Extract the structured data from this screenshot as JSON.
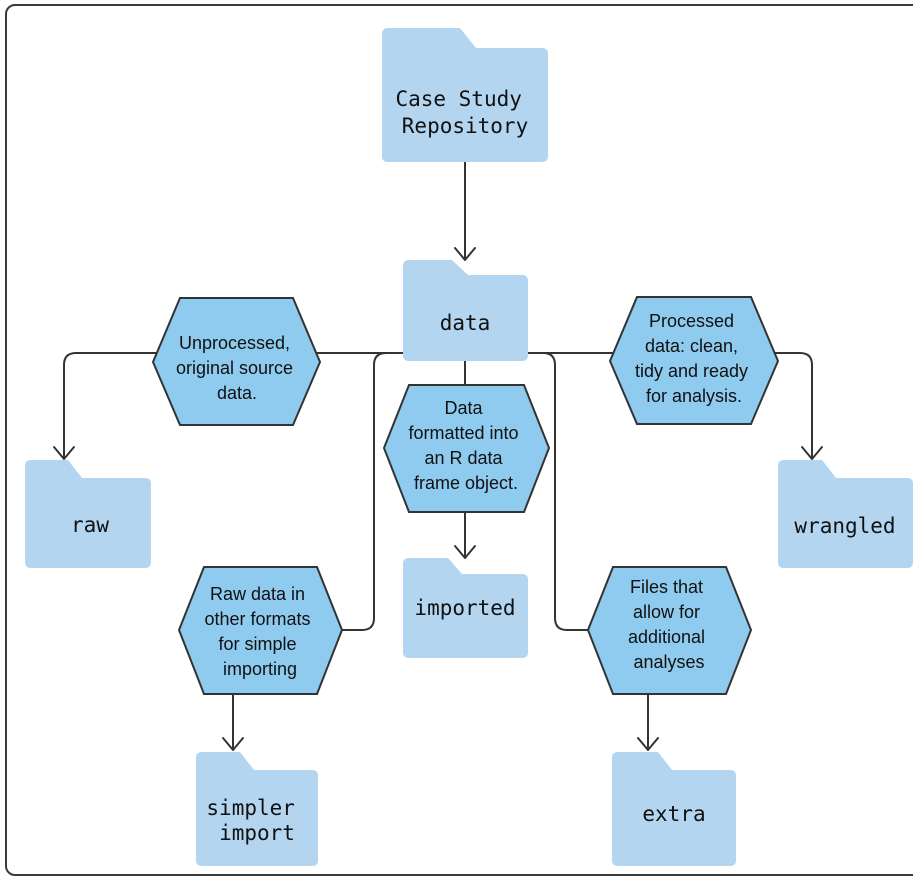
{
  "folders": {
    "case_study": [
      "Case Study",
      "Repository"
    ],
    "data": [
      "data"
    ],
    "raw": [
      "raw"
    ],
    "imported": [
      "imported"
    ],
    "wrangled": [
      "wrangled"
    ],
    "simpler_import": [
      "simpler",
      "import"
    ],
    "extra": [
      "extra"
    ]
  },
  "notes": {
    "unprocessed": [
      "Unprocessed,",
      "original source",
      "data."
    ],
    "processed": [
      "Processed",
      "data: clean,",
      "tidy and ready",
      "for analysis."
    ],
    "formatted": [
      "Data",
      "formatted into",
      "an R data",
      "frame object."
    ],
    "raw_other": [
      "Raw data in",
      "other formats",
      "for simple",
      "importing"
    ],
    "files_extra": [
      "Files that",
      "allow for",
      "additional",
      "analyses"
    ]
  },
  "colors": {
    "folder_fill": "#b3d5ef",
    "hex_fill": "#8ecbef",
    "stroke": "#333333",
    "connector": "#333333",
    "frame": "#3a3a3a"
  }
}
